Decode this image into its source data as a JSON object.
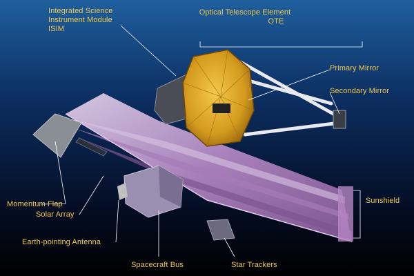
{
  "colors": {
    "label": "#f2c94c",
    "leader": "#ffffff",
    "mirror_gold": "#d9a020",
    "sunshield": "#c9a6d6"
  },
  "labels": {
    "isim_line1": "Integrated Science",
    "isim_line2": "Instrument Module",
    "isim_line3": "ISIM",
    "ote_line1": "Optical Telescope Element",
    "ote_line2": "OTE",
    "primary_mirror": "Primary Mirror",
    "secondary_mirror": "Secondary Mirror",
    "sunshield": "Sunshield",
    "momentum_flap": "Momentum Flap",
    "solar_array": "Solar Array",
    "earth_antenna": "Earth-pointing Antenna",
    "spacecraft_bus": "Spacecraft Bus",
    "star_trackers": "Star Trackers"
  }
}
